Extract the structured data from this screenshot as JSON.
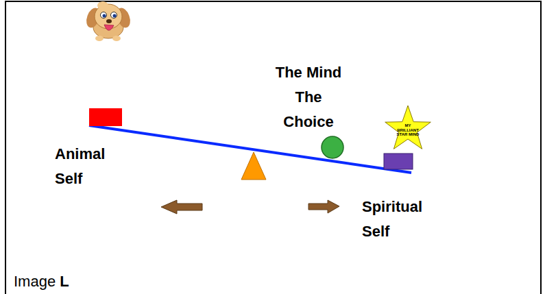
{
  "diagram": {
    "nodes": [
      {
        "text": [
          "MY BRILLIANT STAR MIND"
        ]
      }
    ],
    "labels": [
      "The Mind The Choice",
      "Animal Self",
      "Spiritual Self",
      "Image",
      "L"
    ]
  }
}
